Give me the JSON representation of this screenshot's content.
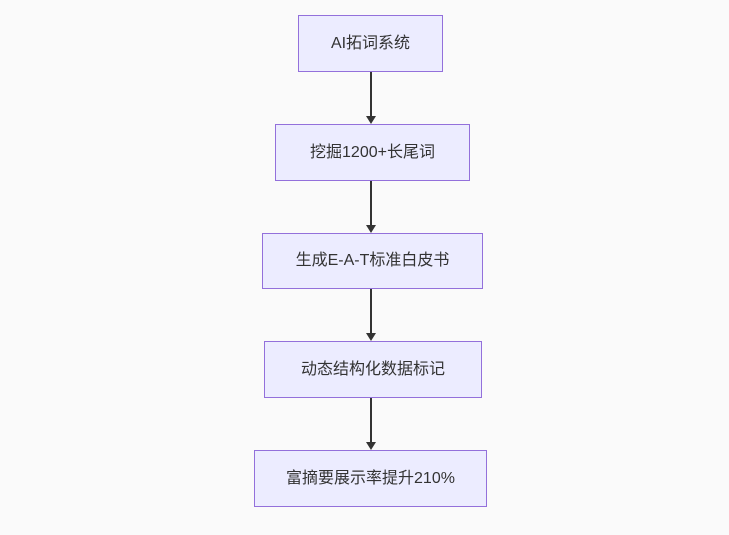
{
  "diagram": {
    "type": "flowchart",
    "direction": "top-down",
    "colors": {
      "background": "#fafafa",
      "node_fill": "#ececff",
      "node_border": "#9370db",
      "text": "#333333",
      "arrow": "#333333"
    },
    "nodes": [
      {
        "label": "AI拓词系统"
      },
      {
        "label": "挖掘1200+长尾词"
      },
      {
        "label": "生成E-A-T标准白皮书"
      },
      {
        "label": "动态结构化数据标记"
      },
      {
        "label": "富摘要展示率提升210%"
      }
    ],
    "edges": [
      {
        "from": "AI拓词系统",
        "to": "挖掘1200+长尾词"
      },
      {
        "from": "挖掘1200+长尾词",
        "to": "生成E-A-T标准白皮书"
      },
      {
        "from": "生成E-A-T标准白皮书",
        "to": "动态结构化数据标记"
      },
      {
        "from": "动态结构化数据标记",
        "to": "富摘要展示率提升210%"
      }
    ]
  }
}
